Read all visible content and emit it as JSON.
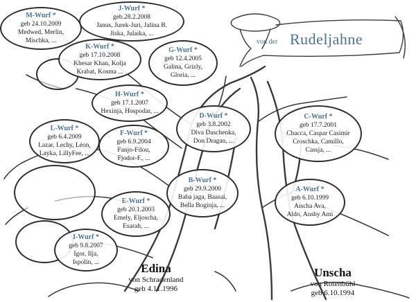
{
  "title": {
    "prefix": "von der",
    "name": "Rudeljahne"
  },
  "mother": {
    "name": "Edina",
    "origin": "von Schradenland",
    "born": "geb 4.11.1996"
  },
  "father": {
    "name": "Unscha",
    "origin": "von Rotenbühl",
    "born": "geb 6.10.1994"
  },
  "litters": {
    "m": {
      "name": "M-Wurf *",
      "born": "geb 24.10.2009",
      "line1": "Medwed, Merlin,",
      "line2": "Mischka, ..."
    },
    "j": {
      "name": "J-Wurf *",
      "born": "geb.28.2.2008",
      "line1": "Janus, Jurek-Juri, Jalina B.",
      "line2": "Jiska, Julaika, ..."
    },
    "k": {
      "name": "K-Wurf *",
      "born": "geb 17.10.2008",
      "line1": "Khesar Khan, Kolja",
      "line2": "Krabat, Kosma ..."
    },
    "g": {
      "name": "G-Wurf *",
      "born": "geb 12.4.2005",
      "line1": "Galina, Grizly,",
      "line2": "Gloria, ..."
    },
    "h": {
      "name": "H-Wurf *",
      "born": "geb 17.1.2007",
      "line1": "Hexinja, Hospodar, ..."
    },
    "d": {
      "name": "D-Wurf *",
      "born": "geb 3.8.2002",
      "line1": "Diva Daschenka,",
      "line2": "Don Dragan, ..."
    },
    "c": {
      "name": "C-Wurf *",
      "born": "geb 17.7.2001",
      "line1": "Chacca, Caspar Casimir",
      "line2": "Croschka, Camillo,",
      "line3": "Cassja, ..."
    },
    "l": {
      "name": "L-Wurf *",
      "born": "geb 6.4.2009",
      "line1": "Lazar, Lechy, Léon,",
      "line2": "Layka, LillyFee, ..."
    },
    "f": {
      "name": "F-Wurf *",
      "born": "geb 6.9.2004",
      "line1": "Fanjo-Filou,",
      "line2": "Fjodor-F., ..."
    },
    "b": {
      "name": "B-Wurf *",
      "born": "geb 29.9.2000",
      "line1": "Baba jaga, Baasai,",
      "line2": "Bella Boginja, ..."
    },
    "e": {
      "name": "E-Wurf *",
      "born": "geb 20.1.2003",
      "line1": "Emely, Eljoscha,",
      "line2": "Esarah, ..."
    },
    "a": {
      "name": "A-Wurf *",
      "born": "geb 6.10.1999",
      "line1": "Aischa Ava,",
      "line2": "Aldo, Ansby Ami"
    },
    "i": {
      "name": "I-Wurf *",
      "born": "geb 9.8.2007",
      "line1": "Igor, Ilja,",
      "line2": "Ispolin, ..."
    }
  }
}
